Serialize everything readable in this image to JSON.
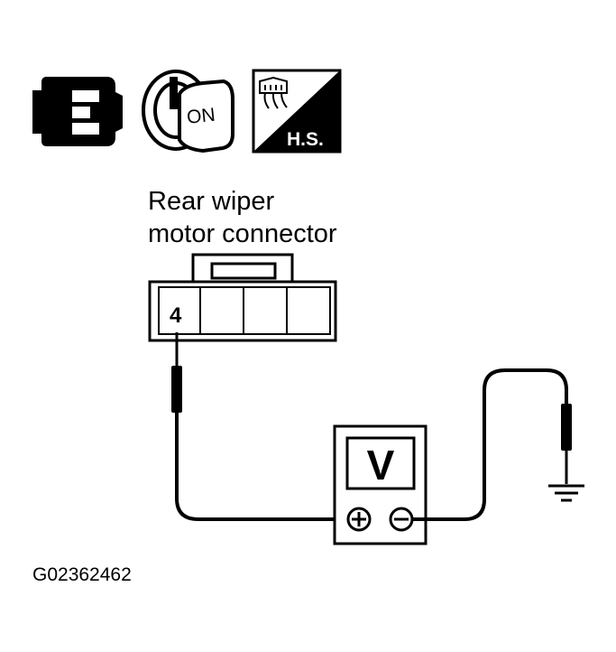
{
  "icons": {
    "connector_icon": "connector-disconnect-icon",
    "ignition_icon": "ignition-key-icon",
    "ignition_text": "ON",
    "harness_icon": "harness-side-icon",
    "harness_text": "H.S."
  },
  "connector": {
    "label_line1": "Rear wiper",
    "label_line2": "motor connector",
    "terminal": "4"
  },
  "meter": {
    "display": "V",
    "plus": "⊕",
    "minus": "⊖"
  },
  "figure_id": "G02362462"
}
